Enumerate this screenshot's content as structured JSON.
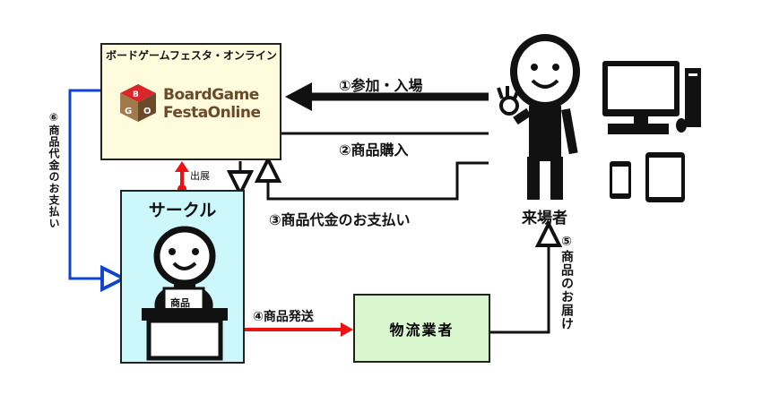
{
  "platform": {
    "title": "ボードゲームフェスタ・オンライン",
    "logo_line1": "BoardGame",
    "logo_line2": "FestaOnline",
    "logo_mark": "BGO"
  },
  "circle": {
    "title": "サークル",
    "goods_sign": "商品"
  },
  "exhibit_label": "出展",
  "logistics": {
    "label": "物流業者"
  },
  "visitor": {
    "label": "来場者"
  },
  "flows": {
    "step1": "①参加・入場",
    "step2": "②商品購入",
    "step3": "③商品代金のお支払い",
    "step4": "④商品発送",
    "step5": "⑤商品のお届け",
    "step6": "⑥商品代金のお支払い"
  },
  "colors": {
    "platform_bg": "#fffbdc",
    "circle_bg": "#ccf7fb",
    "logistics_bg": "#d9f7cf",
    "red": "#ee1111",
    "blue": "#1144cc",
    "logo_brown": "#6b4a2a",
    "logo_red": "#d8262a"
  }
}
